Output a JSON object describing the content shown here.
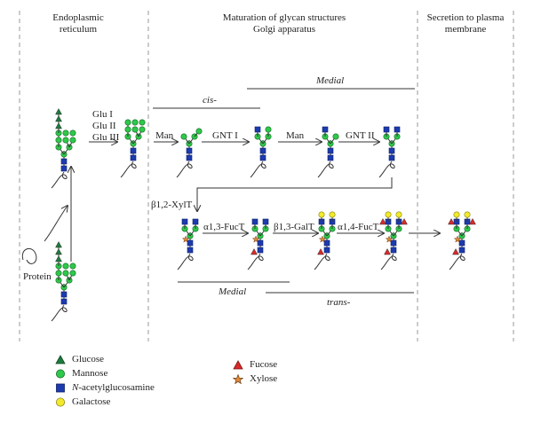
{
  "headers": {
    "er": "Endoplasmic\nreticulum",
    "golgi": "Maturation of glycan structures\nGolgi apparatus",
    "secretion": "Secretion to plasma\nmembrane"
  },
  "stage_labels": {
    "cis": "cis-",
    "medial_top": "Medial",
    "medial_bottom": "Medial",
    "trans": "trans-"
  },
  "enzymes": {
    "glu1": "Glu I",
    "glu2": "Glu II",
    "glu3": "Glu III",
    "man1": "Man",
    "gnt1": "GNT I",
    "man2": "Man",
    "gnt2": "GNT II",
    "xylt": "β1,2-XylT",
    "fuct13": "α1,3-FucT",
    "galt": "β1,3-GalT",
    "fuct14": "α1,4-FucT",
    "protein": "Protein"
  },
  "legend": {
    "glucose": "Glucose",
    "mannose": "Mannose",
    "nacetyl_prefix": "N",
    "nacetyl_rest": "-acetylglucosamine",
    "galactose": "Galactose",
    "fucose": "Fucose",
    "xylose": "Xylose"
  },
  "colors": {
    "glucose": "#1e7a3c",
    "mannose": "#2ec84a",
    "glcnac": "#1c3bb0",
    "galactose": "#f2ea2a",
    "fucose": "#d92a2a",
    "xylose": "#e08a3a",
    "line": "#333333",
    "divider": "#9a9a9a"
  }
}
